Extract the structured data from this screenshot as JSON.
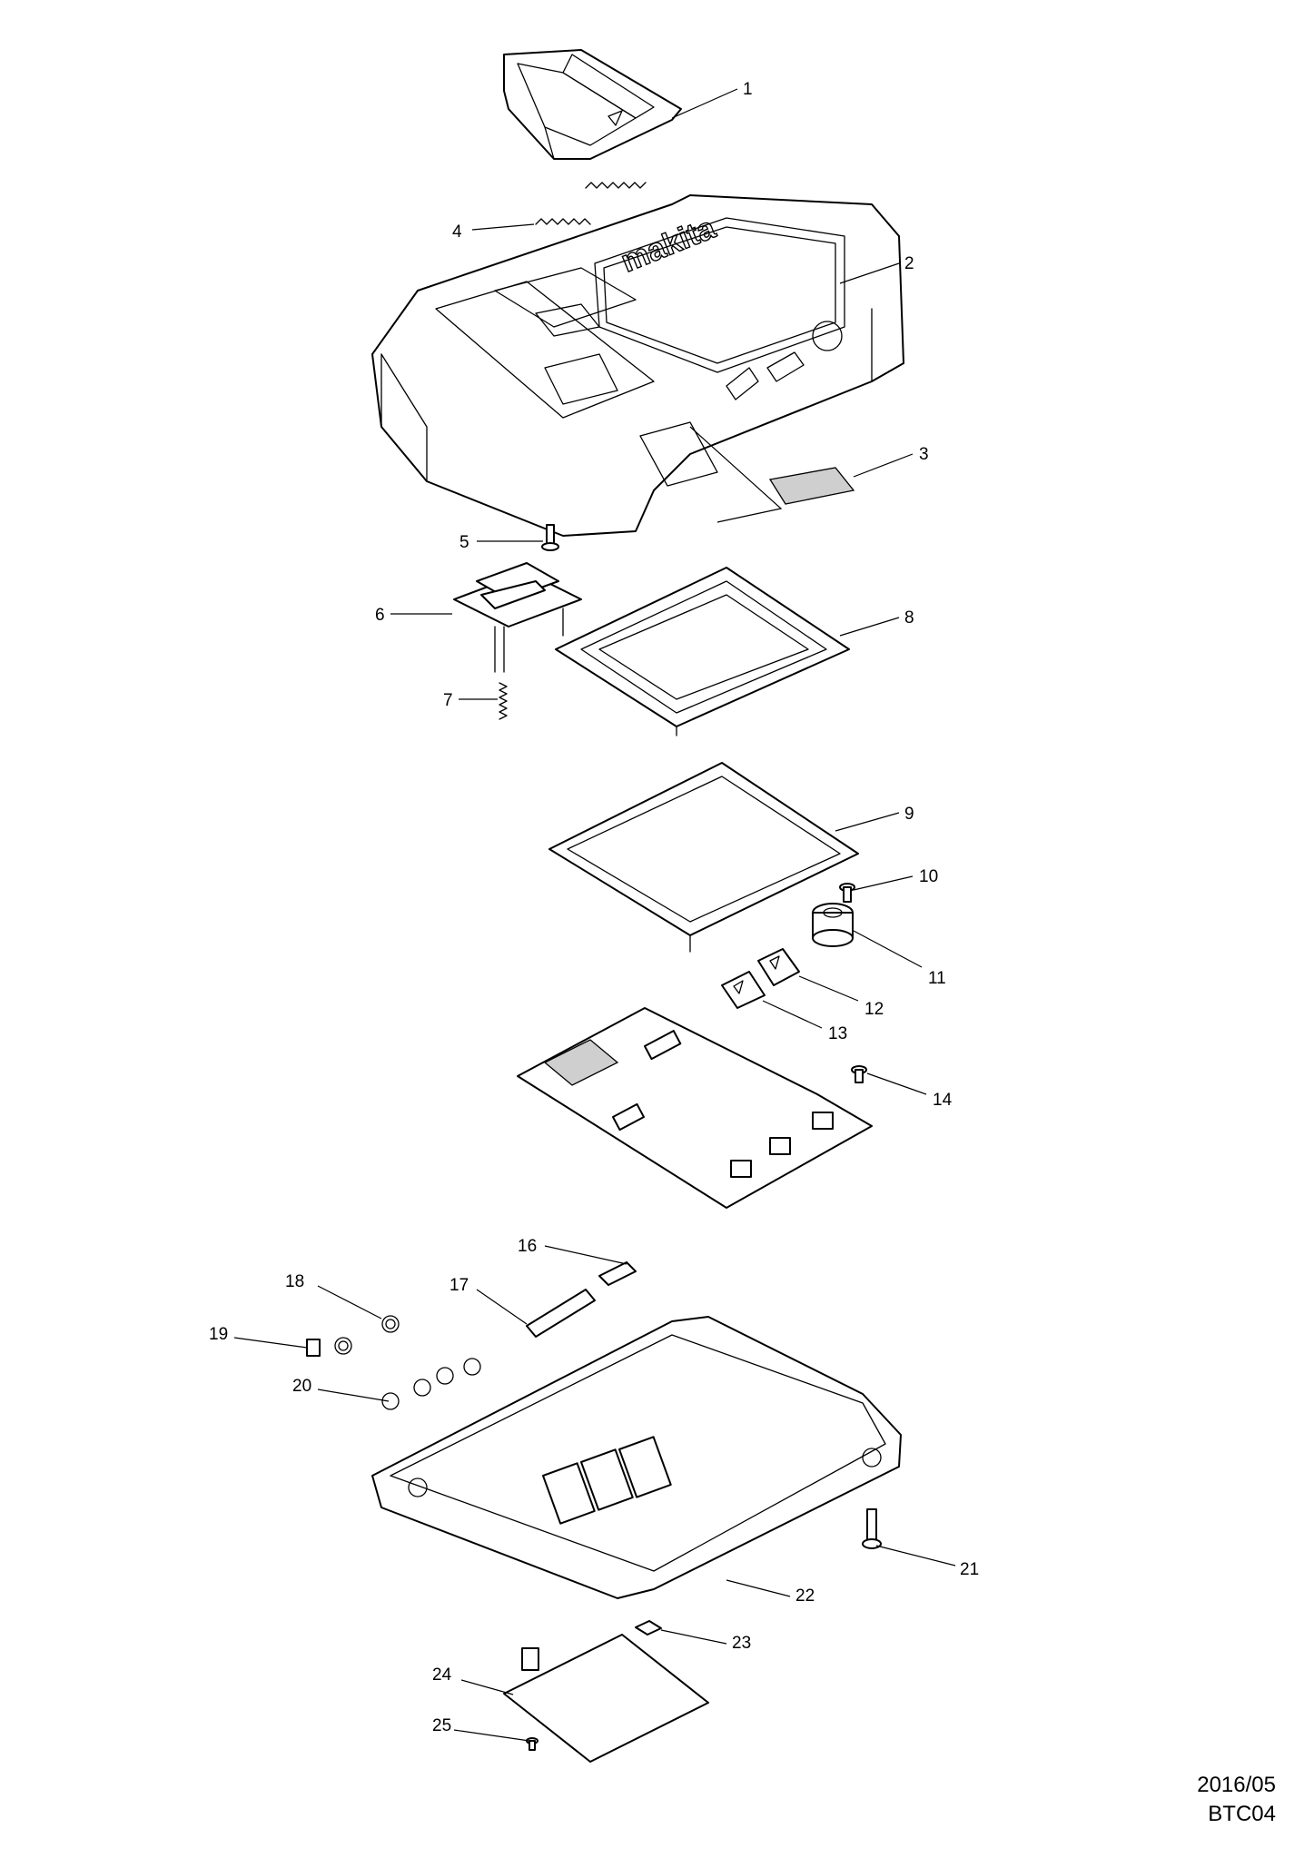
{
  "diagram": {
    "callouts": [
      {
        "label": "1"
      },
      {
        "label": "2"
      },
      {
        "label": "3"
      },
      {
        "label": "4"
      },
      {
        "label": "5"
      },
      {
        "label": "6"
      },
      {
        "label": "7"
      },
      {
        "label": "8"
      },
      {
        "label": "9"
      },
      {
        "label": "10"
      },
      {
        "label": "11"
      },
      {
        "label": "12"
      },
      {
        "label": "13"
      },
      {
        "label": "14"
      },
      {
        "label": "16"
      },
      {
        "label": "17"
      },
      {
        "label": "18"
      },
      {
        "label": "19"
      },
      {
        "label": "20"
      },
      {
        "label": "21"
      },
      {
        "label": "22"
      },
      {
        "label": "23"
      },
      {
        "label": "24"
      },
      {
        "label": "25"
      }
    ],
    "logo_text": "makita"
  },
  "footer": {
    "date": "2016/05",
    "model": "BTC04"
  }
}
